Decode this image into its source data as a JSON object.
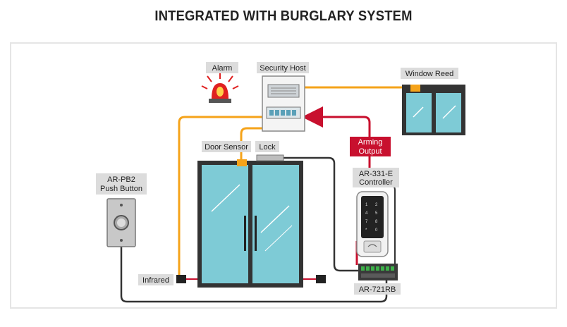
{
  "header": {
    "title": "INTEGRATED WITH BURGLARY SYSTEM"
  },
  "labels": {
    "alarm": "Alarm",
    "security_host": "Security Host",
    "window_reed": "Window Reed",
    "door_sensor": "Door Sensor",
    "lock": "Lock",
    "arming_output_line1": "Arming",
    "arming_output_line2": "Output",
    "controller_line1": "AR-331-E",
    "controller_line2": "Controller",
    "push_button_line1": "AR-PB2",
    "push_button_line2": "Push Button",
    "infrared": "Infrared",
    "relay_board": "AR-721RB"
  },
  "colors": {
    "orange_wire": "#f5a31a",
    "red_wire": "#c8102e",
    "dark_wire": "#333333",
    "glass": "#7ecbd6",
    "label_bg": "#dcdcdc",
    "arming_bg": "#c8102e"
  }
}
